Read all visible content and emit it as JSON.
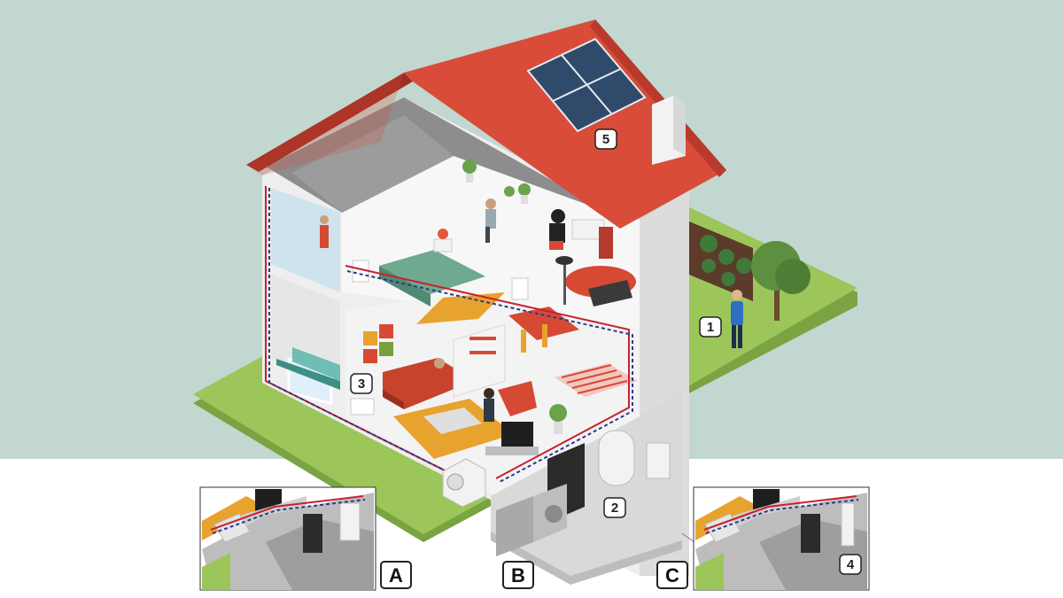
{
  "callouts": {
    "c1": "1",
    "c2": "2",
    "c3": "3",
    "c4": "4",
    "c5": "5"
  },
  "options": {
    "a": "A",
    "b": "B",
    "c": "C"
  },
  "colors": {
    "sky": "#c2d7cf",
    "grass": "#9cc65a",
    "grass_edge": "#7aa442",
    "roof": "#d94c3a",
    "wall": "#eeeeee",
    "wall_side": "#dcdcdc",
    "accent_red": "#d64a34",
    "pipe_red": "#c8202e",
    "pipe_blue": "#2a3a8c",
    "floor_wood": "#e8a22e",
    "solar": "#2f4a6a"
  }
}
